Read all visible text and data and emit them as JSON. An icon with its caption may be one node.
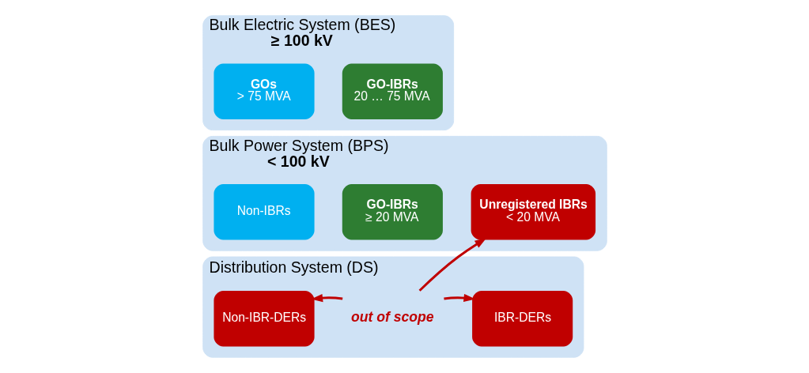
{
  "diagram": {
    "nodes": [
      {
        "text": [
          "Bulk Electric System (BES)",
          "≥ 100 kV"
        ]
      },
      {
        "text": [
          "GOs",
          "> 75 MVA"
        ],
        "in": 0
      },
      {
        "text": [
          "GO-IBRs",
          "20 … 75 MVA"
        ],
        "in": 0
      },
      {
        "text": [
          "Bulk Power System (BPS)",
          "< 100 kV"
        ]
      },
      {
        "text": [
          "Non-IBRs"
        ],
        "in": 3
      },
      {
        "text": [
          "GO-IBRs",
          "≥ 20 MVA"
        ],
        "in": 3
      },
      {
        "text": [
          "Unregistered IBRs",
          "< 20 MVA"
        ],
        "in": 3
      },
      {
        "text": [
          "Distribution System (DS)"
        ]
      },
      {
        "text": [
          "Non-IBR-DERs"
        ],
        "in": 7
      },
      {
        "text": [
          "out of scope"
        ],
        "in": 7
      },
      {
        "text": [
          "IBR-DERs"
        ],
        "in": 7
      }
    ],
    "edges": [
      {
        "from": 9,
        "to": 8,
        "arrow": "to"
      },
      {
        "from": 9,
        "to": 10,
        "arrow": "to"
      },
      {
        "from": 9,
        "to": 6,
        "arrow": "to"
      }
    ]
  }
}
